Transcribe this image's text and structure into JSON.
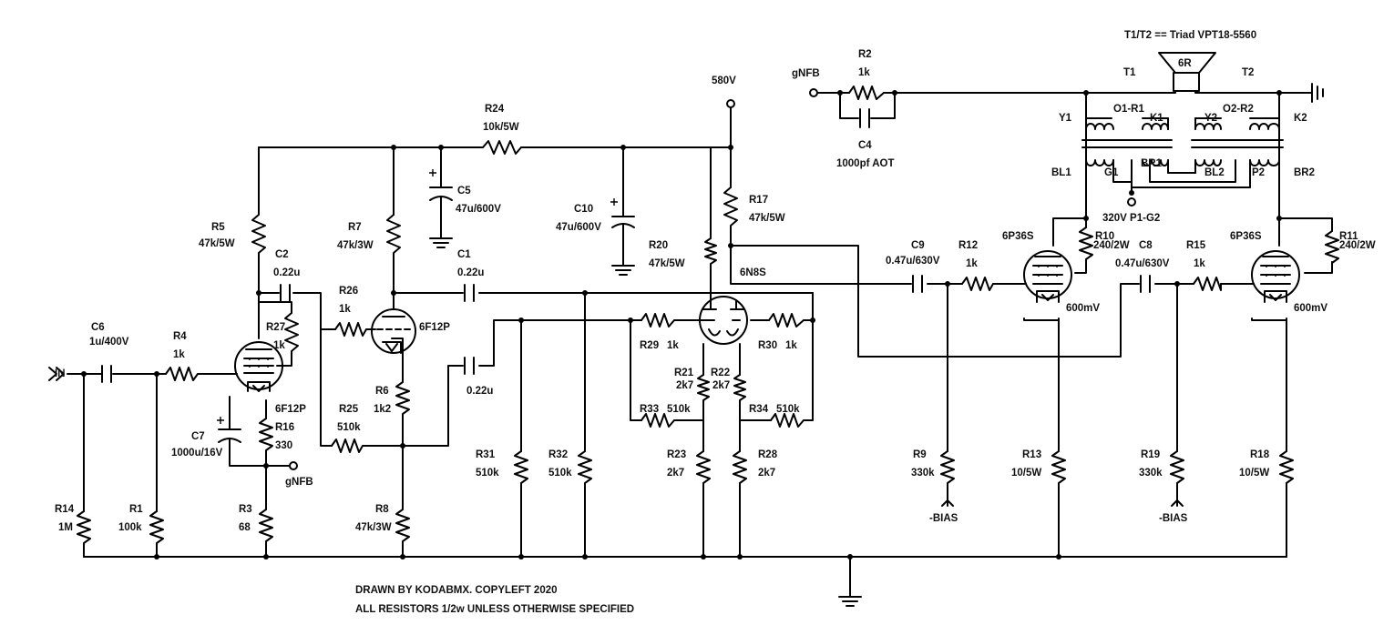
{
  "title": "T1/T2 == Triad VPT18-5560",
  "notes": {
    "drawn_by": "DRAWN BY KODABMX. COPYLEFT 2020",
    "resistors": "ALL RESISTORS 1/2w UNLESS OTHERWISE SPECIFIED"
  },
  "labels": {
    "input": "IN",
    "supply": "580V",
    "gnfb_left": "gNFB",
    "gnfb_top": "gNFB",
    "screen_supply": "320V P1-G2",
    "bias_left": "-BIAS",
    "bias_right": "-BIAS",
    "speaker": "6R",
    "t1": "T1",
    "t2": "T2",
    "y1": "Y1",
    "o1r1": "O1-R1",
    "k1": "K1",
    "y2": "Y2",
    "o2r2": "O2-R2",
    "k2": "K2",
    "bl1": "BL1",
    "g1": "G1",
    "br1": "BR1",
    "bl2": "BL2",
    "p2": "P2",
    "br2": "BR2",
    "mv_left": "600mV",
    "mv_right": "600mV"
  },
  "tubes": {
    "v1": "6F12P",
    "v2": "6F12P",
    "v3": "6N8S",
    "v4": "6P36S",
    "v5": "6P36S"
  },
  "components": {
    "r1": {
      "ref": "R1",
      "value": "100k"
    },
    "r2": {
      "ref": "R2",
      "value": "1k"
    },
    "r3": {
      "ref": "R3",
      "value": "68"
    },
    "r4": {
      "ref": "R4",
      "value": "1k"
    },
    "r5": {
      "ref": "R5",
      "value": "47k/5W"
    },
    "r6": {
      "ref": "R6",
      "value": "1k2"
    },
    "r7": {
      "ref": "R7",
      "value": "47k/3W"
    },
    "r8": {
      "ref": "R8",
      "value": "47k/3W"
    },
    "r9": {
      "ref": "R9",
      "value": "330k"
    },
    "r10": {
      "ref": "R10",
      "value": "240/2W"
    },
    "r11": {
      "ref": "R11",
      "value": "240/2W"
    },
    "r12": {
      "ref": "R12",
      "value": "1k"
    },
    "r13": {
      "ref": "R13",
      "value": "10/5W"
    },
    "r14": {
      "ref": "R14",
      "value": "1M"
    },
    "r15": {
      "ref": "R15",
      "value": "1k"
    },
    "r16": {
      "ref": "R16",
      "value": "330"
    },
    "r17": {
      "ref": "R17",
      "value": "47k/5W"
    },
    "r18": {
      "ref": "R18",
      "value": "10/5W"
    },
    "r19": {
      "ref": "R19",
      "value": "330k"
    },
    "r20": {
      "ref": "R20",
      "value": "47k/5W"
    },
    "r21": {
      "ref": "R21",
      "value": "2k7"
    },
    "r22": {
      "ref": "R22",
      "value": "2k7"
    },
    "r23": {
      "ref": "R23",
      "value": "2k7"
    },
    "r24": {
      "ref": "R24",
      "value": "10k/5W"
    },
    "r25": {
      "ref": "R25",
      "value": "510k"
    },
    "r26": {
      "ref": "R26",
      "value": "1k"
    },
    "r27": {
      "ref": "R27",
      "value": "1k"
    },
    "r28": {
      "ref": "R28",
      "value": "2k7"
    },
    "r29": {
      "ref": "R29",
      "value": "1k"
    },
    "r30": {
      "ref": "R30",
      "value": "1k"
    },
    "r31": {
      "ref": "R31",
      "value": "510k"
    },
    "r32": {
      "ref": "R32",
      "value": "510k"
    },
    "r33": {
      "ref": "R33",
      "value": "510k"
    },
    "r34": {
      "ref": "R34",
      "value": "510k"
    },
    "c1": {
      "ref": "C1",
      "value": "0.22u"
    },
    "c2": {
      "ref": "C2",
      "value": "0.22u"
    },
    "c3": {
      "value": "0.22u"
    },
    "c4": {
      "ref": "C4",
      "value": "1000pf AOT"
    },
    "c5": {
      "ref": "C5",
      "value": "47u/600V"
    },
    "c6": {
      "ref": "C6",
      "value": "1u/400V"
    },
    "c7": {
      "ref": "C7",
      "value": "1000u/16V"
    },
    "c8": {
      "ref": "C8",
      "value": "0.47u/630V"
    },
    "c9": {
      "ref": "C9",
      "value": "0.47u/630V"
    },
    "c10": {
      "ref": "C10",
      "value": "47u/600V"
    }
  }
}
